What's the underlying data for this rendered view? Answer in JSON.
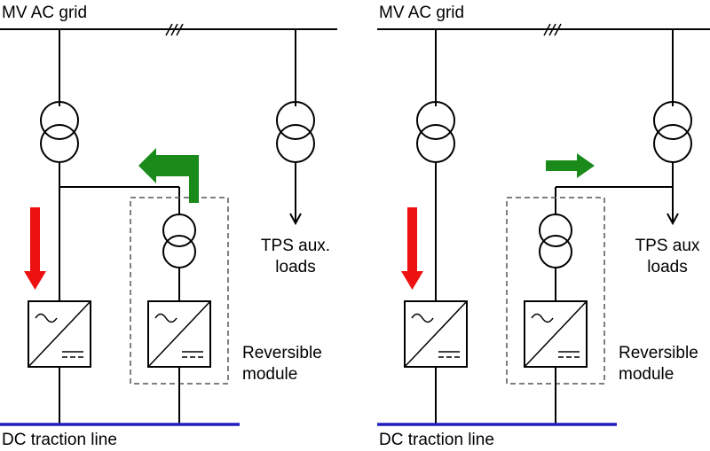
{
  "panels": [
    {
      "grid_label": "MV AC grid",
      "aux_label_line1": "TPS aux.",
      "aux_label_line2": "loads",
      "module_label_line1": "Reversible",
      "module_label_line2": "module",
      "dc_label": "DC traction line",
      "flow_direction": "import"
    },
    {
      "grid_label": "MV AC grid",
      "aux_label_line1": "TPS aux",
      "aux_label_line2": "loads",
      "module_label_line1": "Reversible",
      "module_label_line2": "module",
      "dc_label": "DC traction line",
      "flow_direction": "export"
    }
  ],
  "colors": {
    "rectifier_flow": "#ee1111",
    "reversible_flow": "#1a8a1a",
    "dc_line": "#1f1fbf"
  }
}
